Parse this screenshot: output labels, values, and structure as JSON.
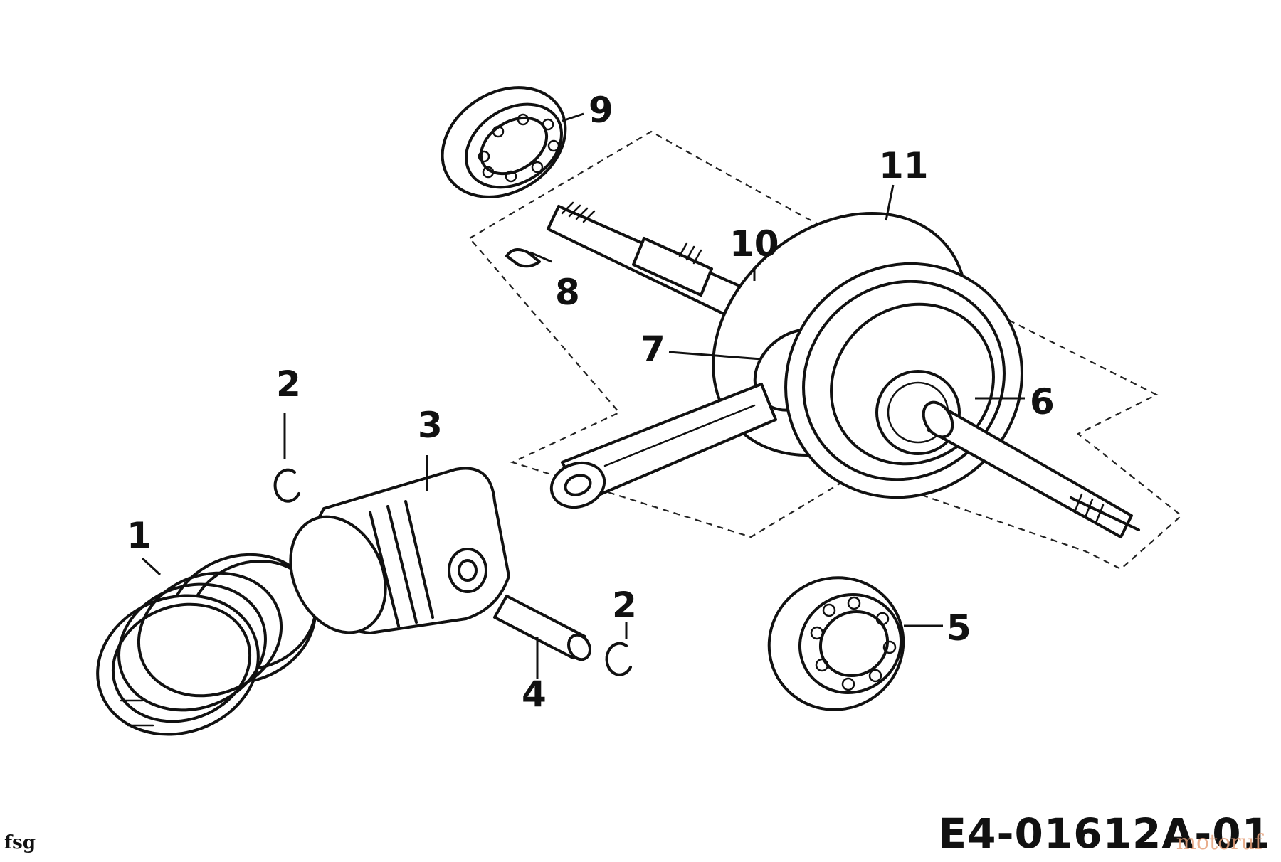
{
  "callouts": [
    {
      "id": "1",
      "text": "1"
    },
    {
      "id": "2a",
      "text": "2"
    },
    {
      "id": "2b",
      "text": "2"
    },
    {
      "id": "3",
      "text": "3"
    },
    {
      "id": "4",
      "text": "4"
    },
    {
      "id": "5",
      "text": "5"
    },
    {
      "id": "6",
      "text": "6"
    },
    {
      "id": "7",
      "text": "7"
    },
    {
      "id": "8",
      "text": "8"
    },
    {
      "id": "9",
      "text": "9"
    },
    {
      "id": "10",
      "text": "10"
    },
    {
      "id": "11",
      "text": "11"
    }
  ],
  "figure_id": "E4-01612A-01",
  "corner_tag": "fsg",
  "watermark": "motoruf"
}
